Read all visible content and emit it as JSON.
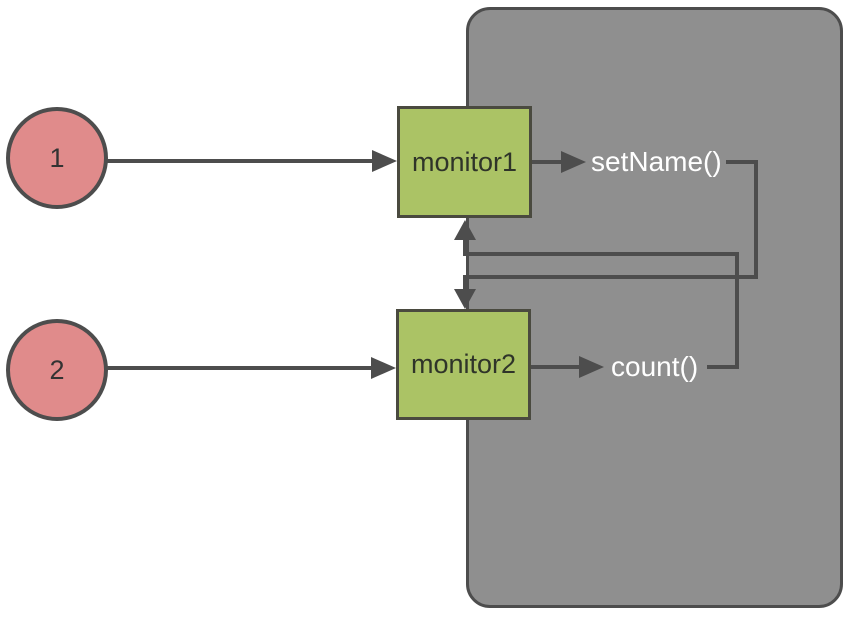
{
  "diagram": {
    "nodes": {
      "start1": {
        "label": "1",
        "shape": "circle"
      },
      "start2": {
        "label": "2",
        "shape": "circle"
      },
      "monitor1": {
        "label": "monitor1",
        "shape": "box"
      },
      "monitor2": {
        "label": "monitor2",
        "shape": "box"
      },
      "method_setname": {
        "label": "setName()",
        "shape": "text"
      },
      "method_count": {
        "label": "count()",
        "shape": "text"
      }
    },
    "edges": [
      {
        "from": "start1",
        "to": "monitor1"
      },
      {
        "from": "start2",
        "to": "monitor2"
      },
      {
        "from": "monitor1",
        "to": "method_setname"
      },
      {
        "from": "monitor2",
        "to": "method_count"
      },
      {
        "from": "method_setname",
        "to": "monitor2"
      },
      {
        "from": "method_count",
        "to": "monitor1"
      }
    ],
    "colors": {
      "panel_fill": "#8f8f8f",
      "panel_border": "#4d4d4d",
      "green_fill": "#abc365",
      "green_border": "#4a4a3f",
      "pink_fill": "#e08b8b",
      "pink_border": "#4d4d4d",
      "edge": "#4d4d4d",
      "method_text": "#ffffff",
      "box_text": "#2f3429",
      "circle_text": "#333333"
    }
  }
}
